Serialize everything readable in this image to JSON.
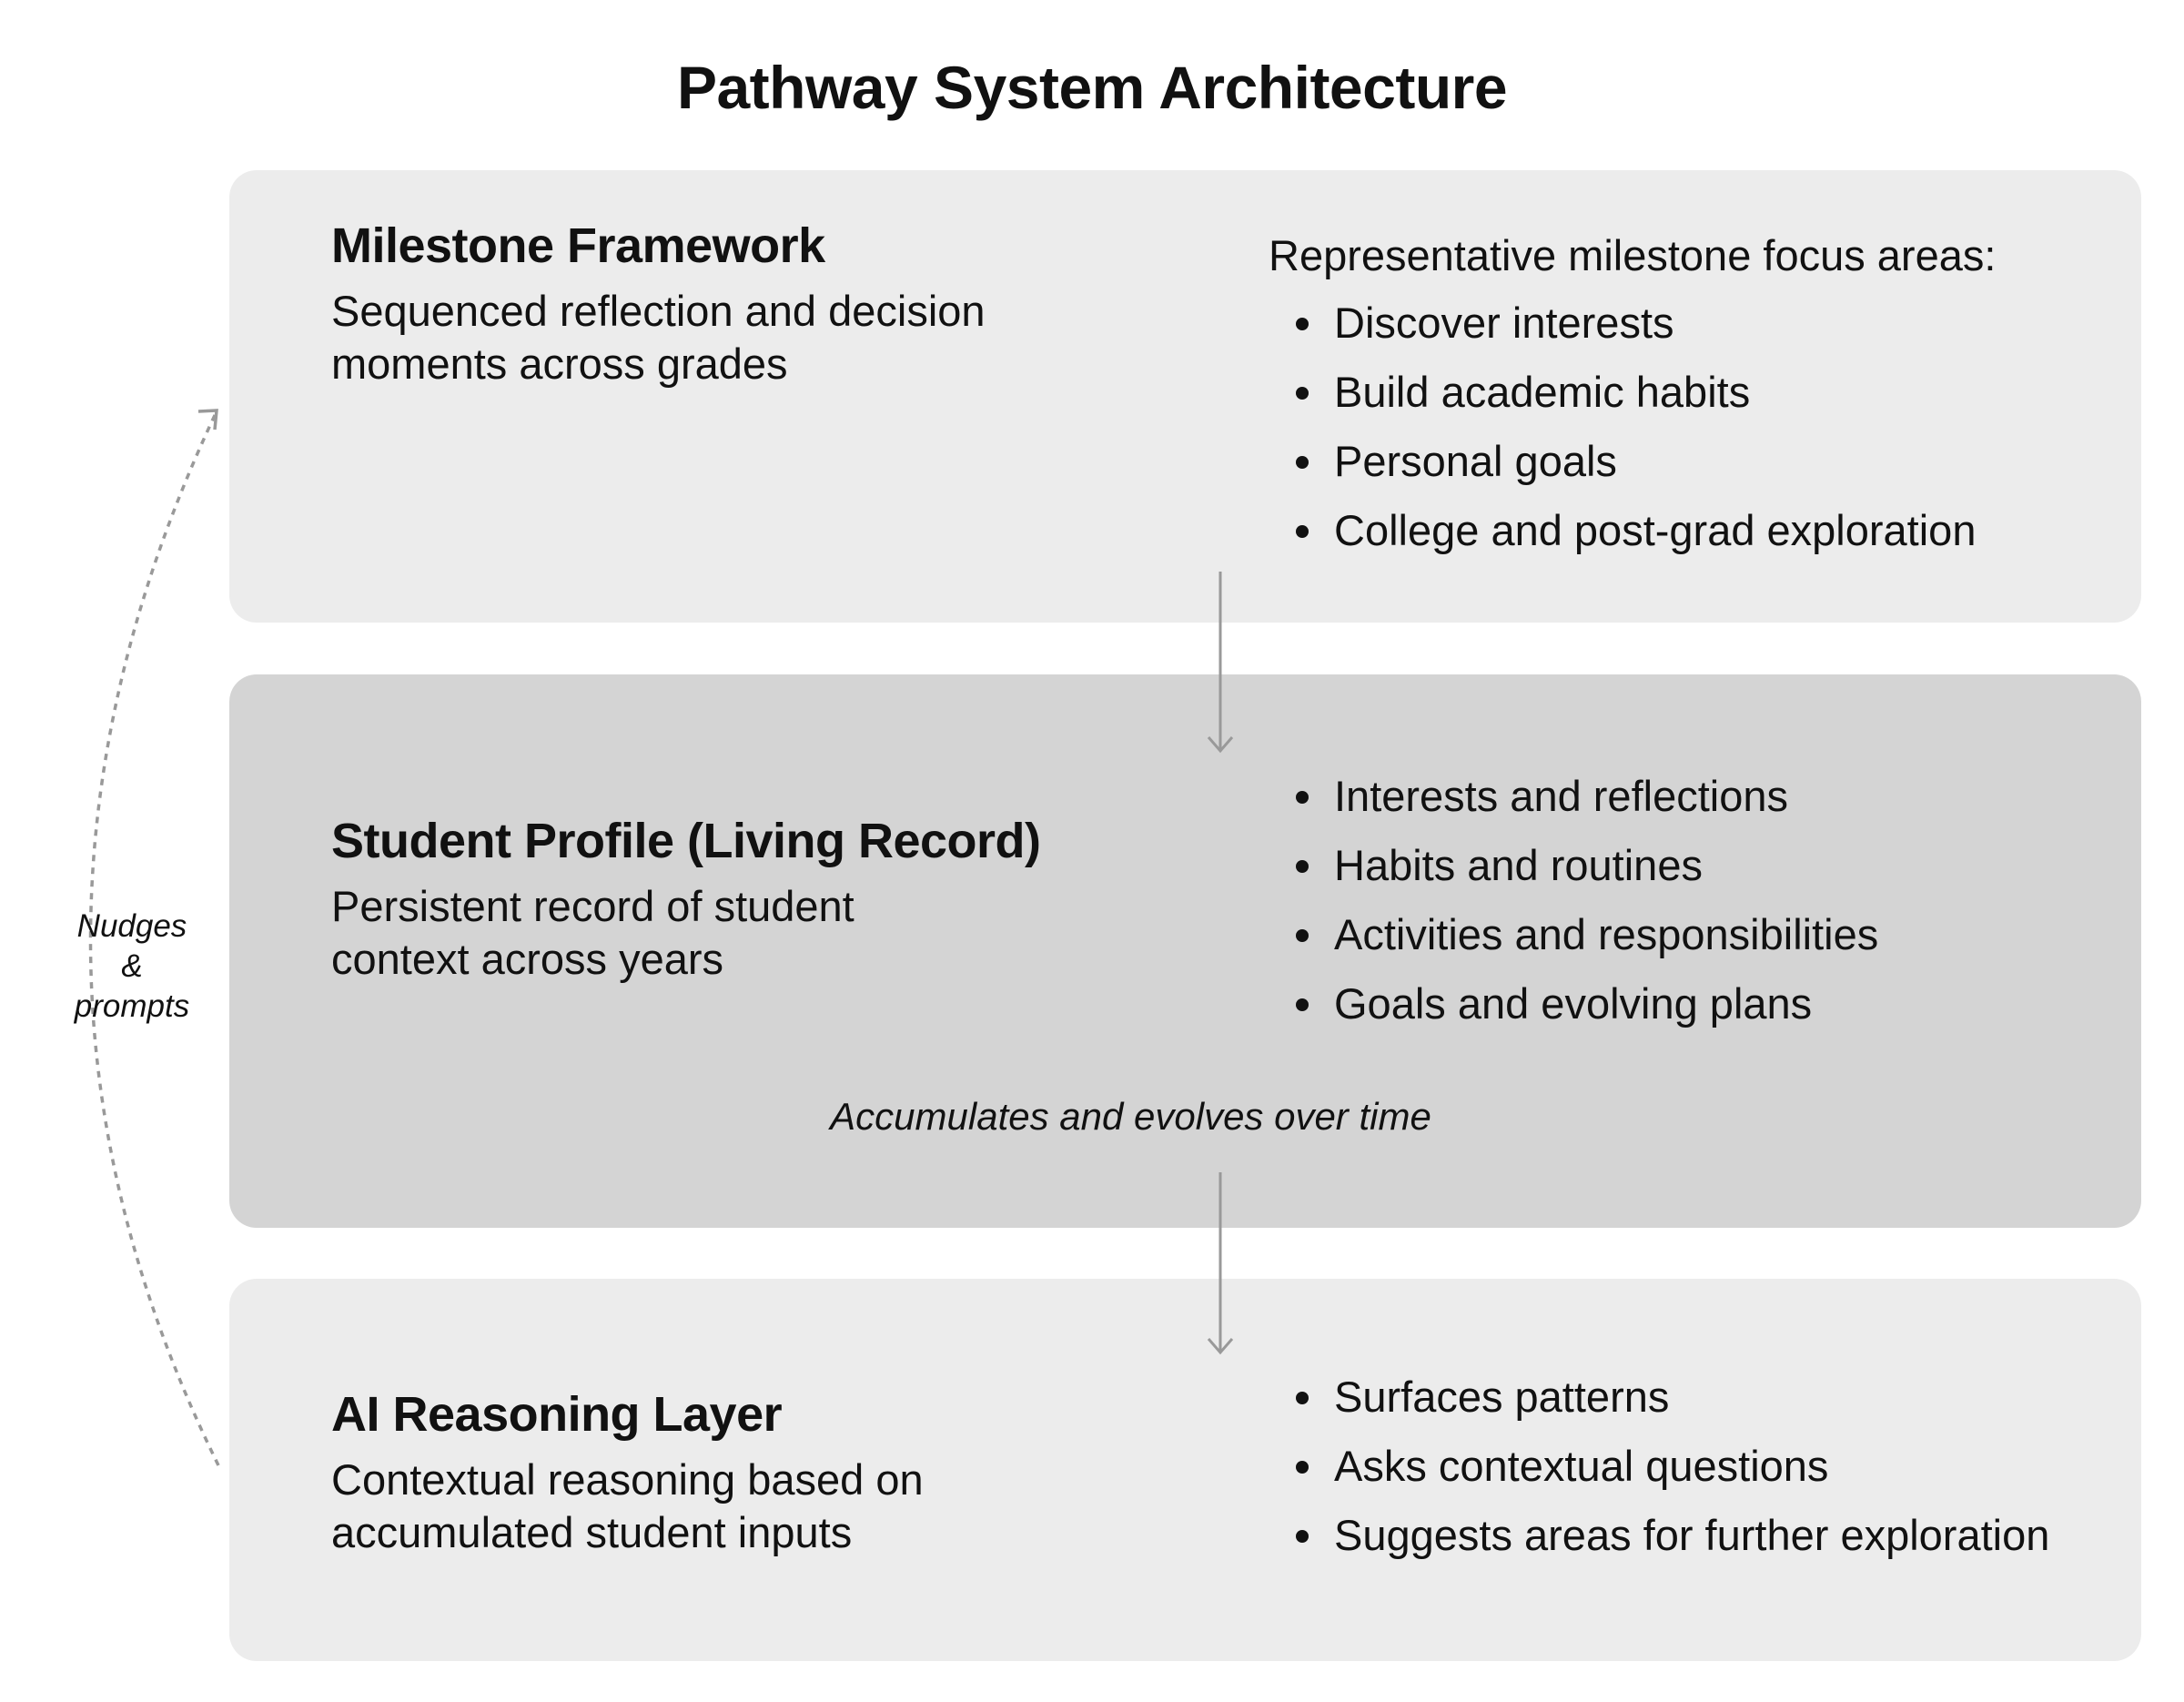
{
  "title": "Pathway System Architecture",
  "colors": {
    "light_box": "#ececec",
    "dark_box": "#d4d4d4",
    "arrow": "#999999",
    "text": "#111111"
  },
  "layers": [
    {
      "heading": "Milestone Framework",
      "description_lines": [
        "Sequenced reflection and decision",
        "moments across grades"
      ],
      "intro": "Representative milestone focus areas:",
      "bullets": [
        "Discover interests",
        "Build academic habits",
        "Personal goals",
        "College and post-grad exploration"
      ]
    },
    {
      "heading": "Student Profile (Living Record)",
      "description_lines": [
        "Persistent record of student",
        "context across years"
      ],
      "bullets": [
        "Interests and reflections",
        "Habits and routines",
        "Activities and responsibilities",
        "Goals and evolving plans"
      ],
      "note": "Accumulates and evolves over time"
    },
    {
      "heading": "AI Reasoning Layer",
      "description_lines": [
        "Contextual reasoning based on",
        "accumulated student inputs"
      ],
      "bullets": [
        "Surfaces patterns",
        "Asks contextual questions",
        "Suggests areas for further exploration"
      ]
    }
  ],
  "feedback_loop": {
    "label_lines": [
      "Nudges",
      "&",
      "prompts"
    ],
    "icon": "dashed-curved-arrow"
  },
  "connectors": [
    {
      "from": "Milestone Framework",
      "to": "Student Profile (Living Record)",
      "icon": "down-arrow"
    },
    {
      "from": "Student Profile (Living Record)",
      "to": "AI Reasoning Layer",
      "icon": "down-arrow"
    }
  ]
}
